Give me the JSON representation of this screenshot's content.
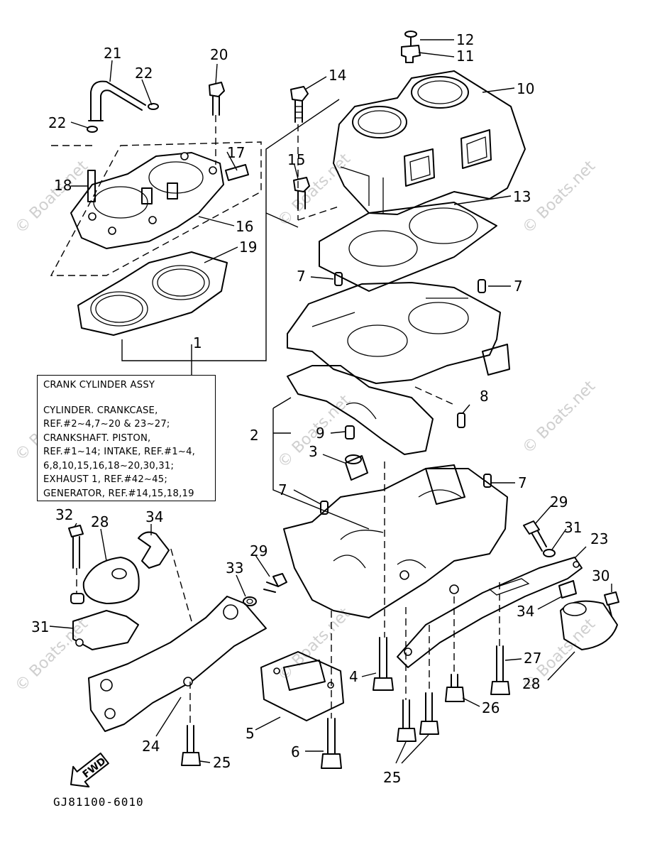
{
  "callouts": {
    "c1": "1",
    "c2": "2",
    "c3": "3",
    "c4": "4",
    "c5": "5",
    "c6": "6",
    "c7": "7",
    "c8": "8",
    "c9": "9",
    "c10": "10",
    "c11": "11",
    "c12": "12",
    "c13": "13",
    "c14": "14",
    "c15": "15",
    "c16": "16",
    "c17": "17",
    "c18": "18",
    "c19": "19",
    "c20": "20",
    "c21": "21",
    "c22": "22",
    "c23": "23",
    "c24": "24",
    "c25": "25",
    "c26": "26",
    "c27": "27",
    "c28": "28",
    "c29": "29",
    "c30": "30",
    "c31": "31",
    "c32": "32",
    "c33": "33",
    "c34": "34"
  },
  "assy_box": {
    "title": "CRANK CYLINDER ASSY",
    "lines": [
      "CYLINDER. CRANKCASE,",
      "REF.#2~4,7~20 & 23~27;",
      "CRANKSHAFT. PISTON,",
      "REF.#1~14; INTAKE, REF.#1~4,",
      "6,8,10,15,16,18~20,30,31;",
      "EXHAUST 1, REF.#42~45;",
      "GENERATOR, REF.#14,15,18,19"
    ]
  },
  "fwd_label": "FWD",
  "catalog_code": "GJ81100-6010",
  "watermark": "© Boats.net"
}
